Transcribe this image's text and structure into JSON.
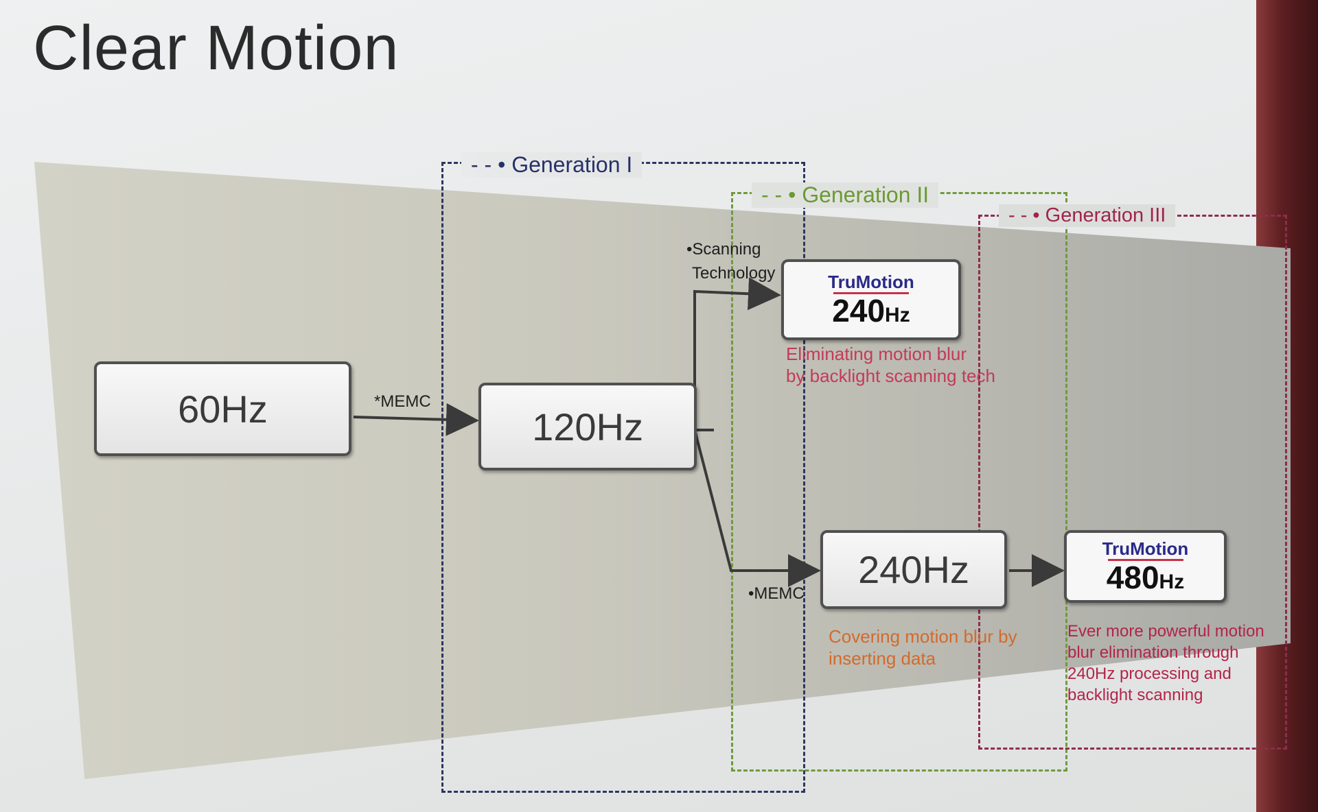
{
  "title": "Clear Motion",
  "generations": {
    "g1": "Generation I",
    "g2": "Generation II",
    "g3": "Generation III"
  },
  "colors": {
    "generation_1": "#2d3560",
    "generation_2": "#6f9a3c",
    "generation_3": "#8d2d4b",
    "desc_scanning": "#c43a58",
    "desc_inserting": "#d36a2c",
    "desc_480": "#b3244a"
  },
  "boxes": {
    "hz60": "60Hz",
    "hz120": "120Hz",
    "hz240": "240Hz"
  },
  "trumotion_240": {
    "brand": "TruMotion",
    "number": "240",
    "unit": "Hz"
  },
  "trumotion_480": {
    "brand": "TruMotion",
    "number": "480",
    "unit": "Hz"
  },
  "connectors": {
    "memc_1": "*MEMC",
    "scanning_1": "•Scanning",
    "scanning_2": "Technology",
    "memc_2": "•MEMC"
  },
  "descriptions": {
    "scanning": [
      "Eliminating motion blur",
      "by backlight scanning tech"
    ],
    "inserting": [
      "Covering motion blur by",
      "inserting data"
    ],
    "hz480": [
      "Ever more powerful motion",
      "blur elimination through",
      "240Hz processing and",
      "backlight scanning"
    ]
  }
}
